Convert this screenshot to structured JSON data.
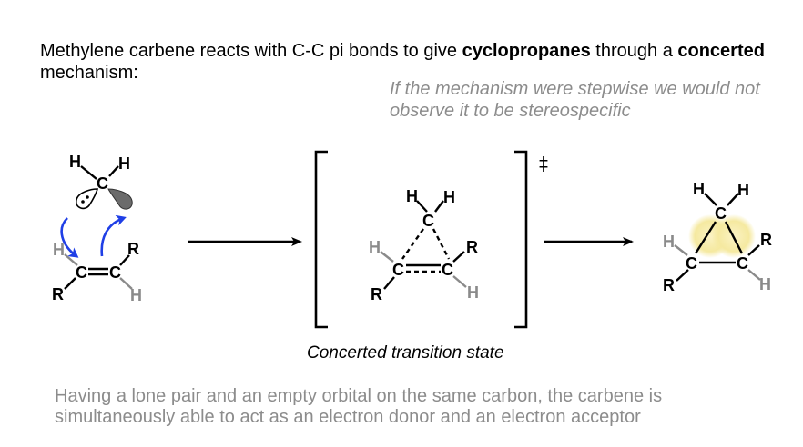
{
  "intro": {
    "part1": "Methylene carbene reacts with C-C pi bonds to give ",
    "bold1": "cyclopropanes",
    "part2": " through a ",
    "bold2": "concerted",
    "part3": " mechanism:"
  },
  "note": "If the mechanism were stepwise we would not observe it to be stereospecific",
  "caption": "Concerted transition state",
  "footer": "Having a lone pair and an empty orbital on the same carbon, the carbene is simultaneously able to act as an electron donor and an electron acceptor",
  "ts_symbol": "‡",
  "atoms": {
    "H": "H",
    "C": "C",
    "R": "R"
  },
  "colors": {
    "arrow_blue": "#1f3fe6",
    "gray_text": "#8c8c8c",
    "glow": "#f5e9a0"
  }
}
